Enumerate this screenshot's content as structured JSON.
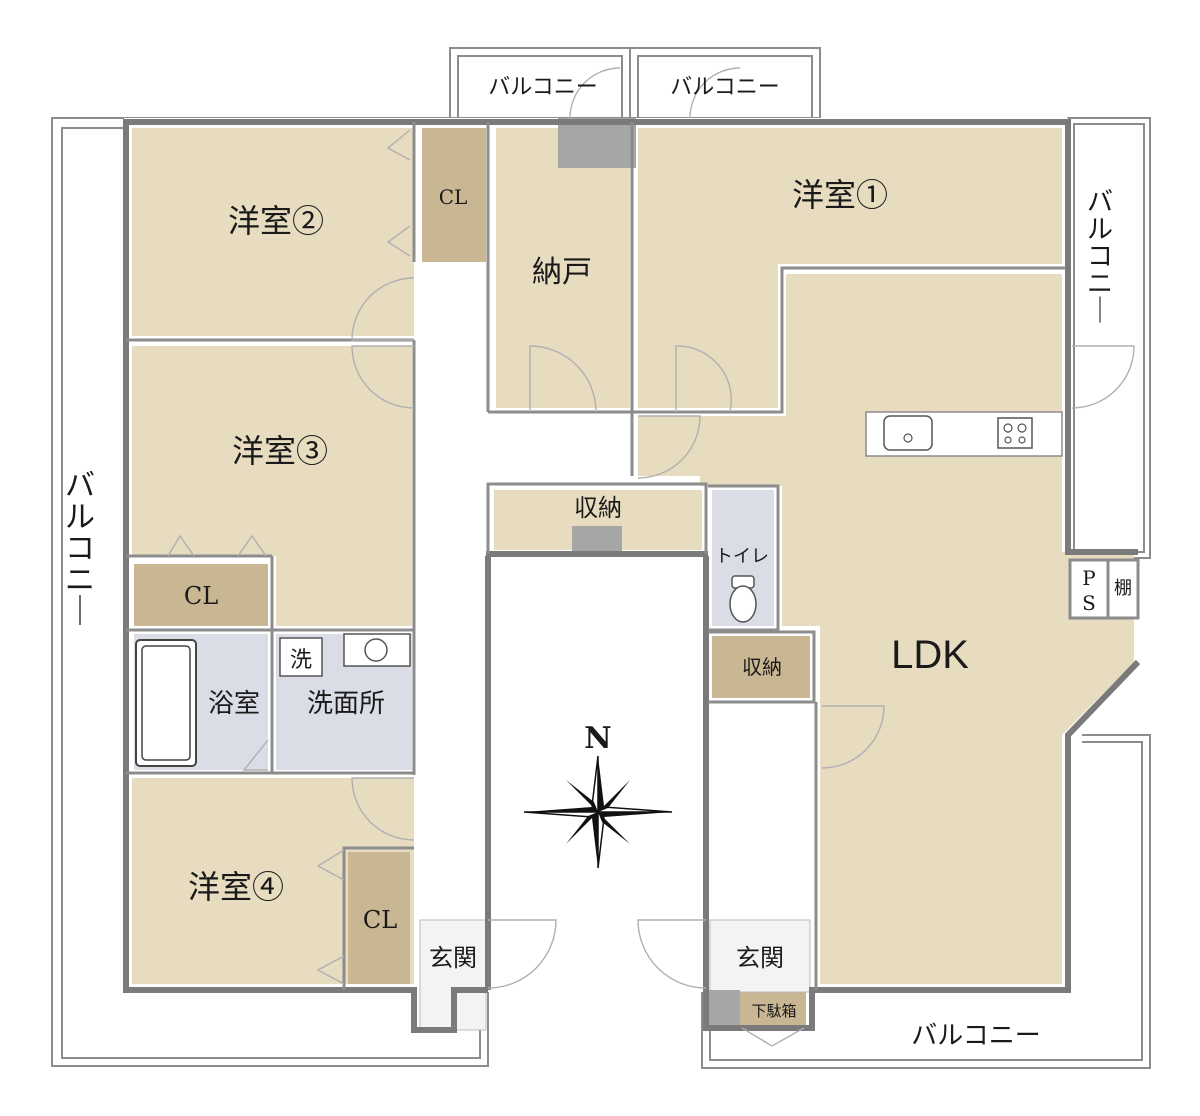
{
  "colors": {
    "room": "#e8dcc0",
    "closet": "#c9b692",
    "wet": "#dadde6",
    "wall": "#7a7a7a",
    "column": "#a6a6a6",
    "outline": "#8c8c8c",
    "entrance_tile": "#f3f3f3",
    "white": "#ffffff"
  },
  "rooms": {
    "western1": "洋室①",
    "western2": "洋室②",
    "western3": "洋室③",
    "western4": "洋室④",
    "storeroom": "納戸",
    "ldk": "LDK",
    "bath": "浴室",
    "washroom": "洗面所",
    "washer": "洗",
    "toilet": "トイレ",
    "storage_top": "収納",
    "storage_right": "収納",
    "cl_top": "CL",
    "cl_left": "CL",
    "cl_bottom": "CL",
    "entrance_left": "玄関",
    "entrance_right": "玄関",
    "shoe_box": "下駄箱",
    "shelf": "棚",
    "ps_p": "P",
    "ps_s": "S"
  },
  "balconies": {
    "top_left": "バルコニー",
    "top_right": "バルコニー",
    "left": "バルコニー",
    "right": "バルコニー",
    "bottom": "バルコニー"
  },
  "compass": {
    "north": "N"
  },
  "icons": {
    "sink": "kitchen-sink-icon",
    "stove": "gas-stove-icon",
    "toilet": "toilet-icon",
    "bathtub": "bathtub-icon",
    "basin": "wash-basin-icon",
    "compass": "compass-rose-icon"
  }
}
